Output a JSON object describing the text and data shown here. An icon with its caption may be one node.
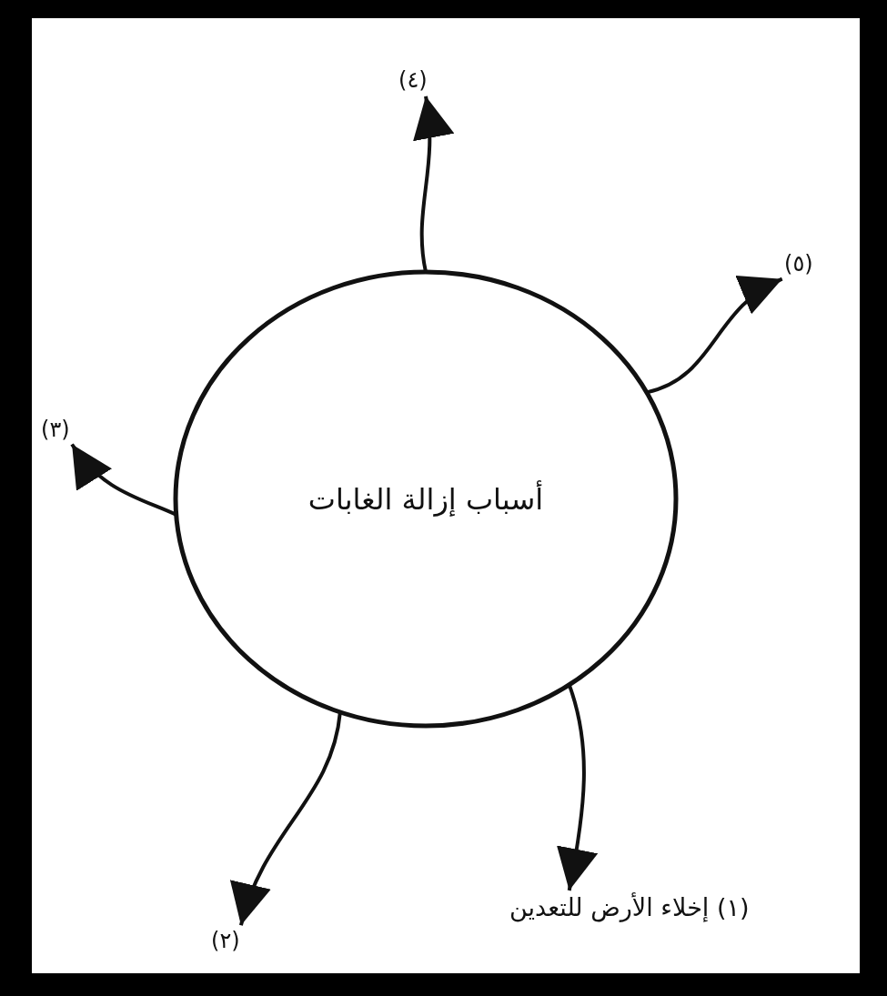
{
  "diagram": {
    "nodes": [
      {
        "text": [
          "أسباب إزالة الغابات"
        ]
      },
      {
        "text": [
          "(١) إخلاء الأرض للتعدين"
        ]
      },
      {
        "text": [
          "(٢)"
        ]
      },
      {
        "text": [
          "(٣)"
        ]
      },
      {
        "text": [
          "(٤)"
        ]
      },
      {
        "text": [
          "(٥)"
        ]
      }
    ],
    "edges": [
      {
        "from": 0,
        "to": 1,
        "arrow": "to"
      },
      {
        "from": 0,
        "to": 2,
        "arrow": "to"
      },
      {
        "from": 0,
        "to": 3,
        "arrow": "to"
      },
      {
        "from": 0,
        "to": 4,
        "arrow": "to"
      },
      {
        "from": 0,
        "to": 5,
        "arrow": "to"
      }
    ]
  }
}
